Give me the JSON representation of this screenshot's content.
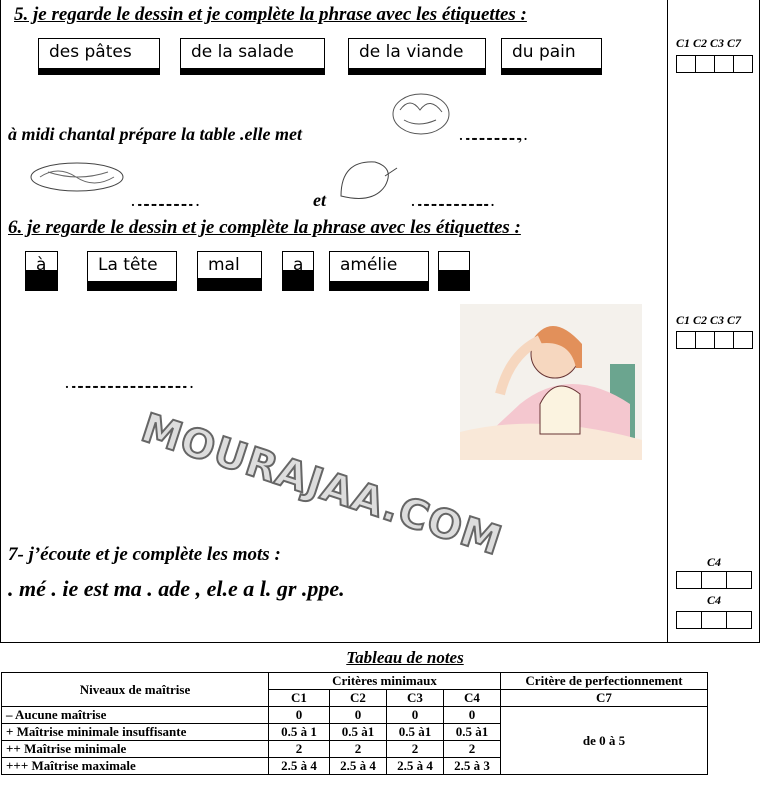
{
  "ex5": {
    "title": "5. je regarde le dessin et je complète la phrase avec les étiquettes :",
    "tags": [
      "des pâtes",
      "de la salade",
      "de la viande",
      "du pain"
    ],
    "line1": "à midi chantal  prépare la table .elle met",
    "dots1": "……………………,",
    "dots2": "…………………… ",
    "et": "et",
    "dots3": "…………………………..",
    "criteria": "C1 C2 C3 C7"
  },
  "ex6": {
    "title": "6. je regarde le dessin et je complète la phrase avec les étiquettes :",
    "tags": [
      "à",
      "La tête",
      "mal",
      "a",
      "amélie",
      ""
    ],
    "dots": "…………………………………………",
    "criteria": "C1 C2 C3 C7"
  },
  "ex7": {
    "title": "7- j’écoute et je complète les mots :",
    "sentence": ". mé . ie est ma . ade , el.e a l. gr .ppe.",
    "criteria1": "C4",
    "criteria2": "C4"
  },
  "watermark": "MOURAJAA.COM",
  "grades": {
    "title": "Tableau de notes",
    "h_levels": "Niveaux de maîtrise",
    "h_min": "Critères minimaux",
    "h_perf": "Critère de perfectionnement",
    "cols": [
      "C1",
      "C2",
      "C3",
      "C4",
      "C7"
    ],
    "rows": [
      {
        "label": "– Aucune maîtrise",
        "v": [
          "0",
          "0",
          "0",
          "0"
        ]
      },
      {
        "label": "+ Maîtrise minimale insuffisante",
        "v": [
          "0.5 à 1",
          "0.5 à1",
          "0.5 à1",
          "0.5 à1"
        ]
      },
      {
        "label": "++ Maîtrise minimale",
        "v": [
          "2",
          "2",
          "2",
          "2"
        ]
      },
      {
        "label": "+++ Maîtrise maximale",
        "v": [
          "2.5 à 4",
          "2.5 à 4",
          "2.5 à 4",
          "2.5 à 3"
        ]
      }
    ],
    "c7": "de 0 à 5"
  }
}
